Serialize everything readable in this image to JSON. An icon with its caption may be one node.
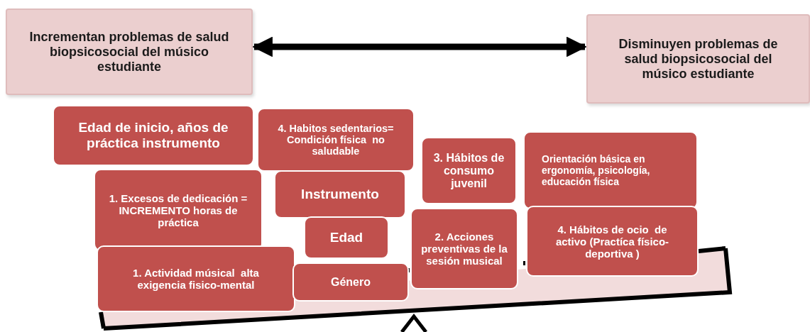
{
  "diagram": {
    "nodes": [
      {
        "text": [
          "Incrementan problemas de salud biopsicosocial del músico estudiante"
        ]
      },
      {
        "text": [
          "Disminuyen problemas de salud biopsicosocial del músico estudiante"
        ]
      },
      {
        "text": [
          "Edad de inicio, años de práctica instrumento"
        ]
      },
      {
        "text": [
          "4. Habitos sedentarios= Condición física  no saludable"
        ]
      },
      {
        "text": [
          "3. Hábitos de consumo juvenil"
        ]
      },
      {
        "text": [
          "Orientación básica en ergonomía, psicología, educación física"
        ]
      },
      {
        "text": [
          "1. Excesos de dedicación = INCREMENTO horas de práctica"
        ]
      },
      {
        "text": [
          "Instrumento"
        ]
      },
      {
        "text": [
          "Edad"
        ]
      },
      {
        "text": [
          "2. Acciones preventivas de la sesión musical"
        ]
      },
      {
        "text": [
          "4. Hábitos de ocio  de activo (Practíca físico-deportiva )"
        ]
      },
      {
        "text": [
          "1. Actividad músical  alta exigencia fisico-mental"
        ]
      },
      {
        "text": [
          "Género"
        ]
      }
    ],
    "edges": [
      {
        "from": 0,
        "to": 1,
        "arrow": "both"
      }
    ]
  }
}
